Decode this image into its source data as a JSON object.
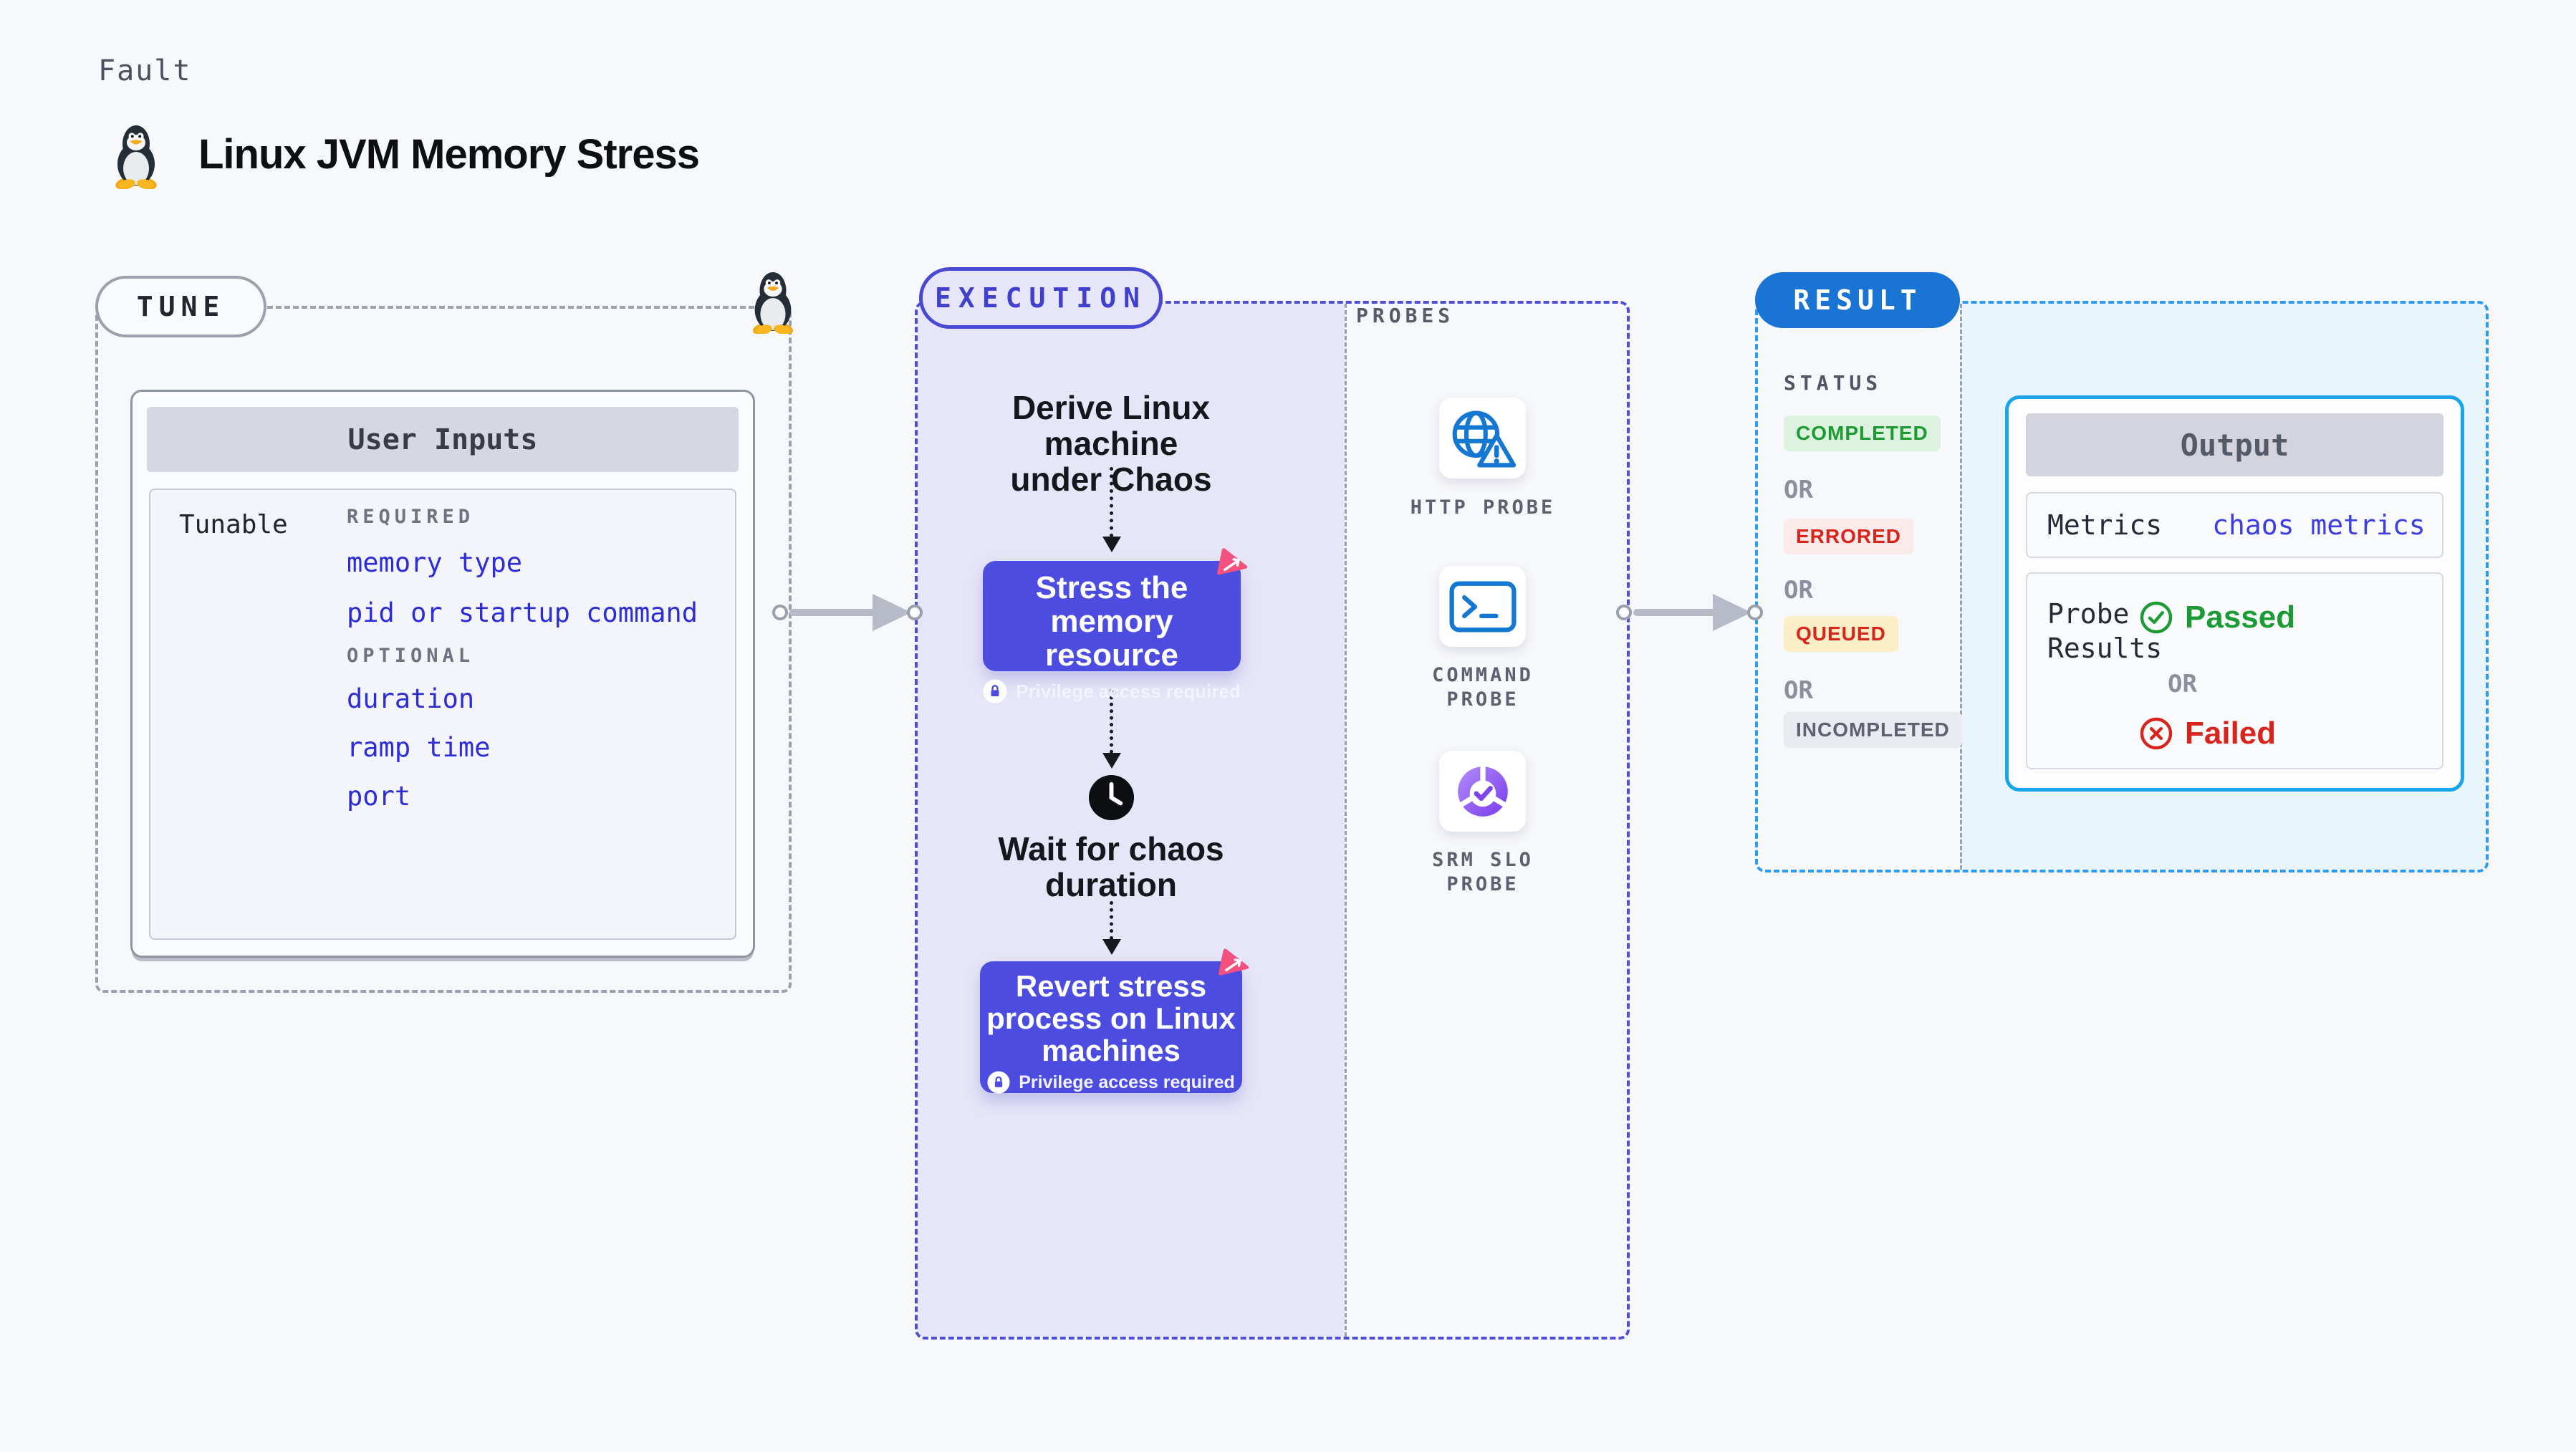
{
  "page": {
    "kicker": "Fault",
    "title": "Linux JVM Memory Stress"
  },
  "tune": {
    "pill_label": "TUNE",
    "card_title": "User Inputs",
    "row_label": "Tunable",
    "required_heading": "REQUIRED",
    "required_params": [
      "memory type",
      "pid or startup command"
    ],
    "optional_heading": "OPTIONAL",
    "optional_params": [
      "duration",
      "ramp time",
      "port"
    ]
  },
  "execution": {
    "pill_label": "EXECUTION",
    "derive_lines": [
      "Derive Linux machine",
      "under Chaos"
    ],
    "stress_lines": [
      "Stress the",
      "memory resource"
    ],
    "privilege_label": "Privilege access required",
    "wait_lines": [
      "Wait for chaos",
      "duration"
    ],
    "revert_lines": [
      "Revert stress",
      "process on Linux",
      "machines"
    ]
  },
  "probes": {
    "heading": "PROBES",
    "items": [
      {
        "icon": "globe-alert-icon",
        "label_lines": [
          "HTTP PROBE"
        ]
      },
      {
        "icon": "terminal-icon",
        "label_lines": [
          "COMMAND",
          "PROBE"
        ]
      },
      {
        "icon": "slo-pie-icon",
        "label_lines": [
          "SRM SLO",
          "PROBE"
        ]
      }
    ]
  },
  "result": {
    "pill_label": "RESULT",
    "status_heading": "STATUS",
    "or_label": "OR",
    "statuses": [
      {
        "label": "COMPLETED",
        "bg": "#def3df",
        "color": "#1d9b33"
      },
      {
        "label": "ERRORED",
        "bg": "#fbeaea",
        "color": "#d7251b"
      },
      {
        "label": "QUEUED",
        "bg": "#fcefc7",
        "color": "#d7251b"
      },
      {
        "label": "INCOMPLETED",
        "bg": "#eaeaf1",
        "color": "#5d6270"
      }
    ],
    "output": {
      "title": "Output",
      "metrics_label": "Metrics",
      "metrics_link": "chaos metrics",
      "probe_results_lines": [
        "Probe",
        "Results"
      ],
      "passed_label": "Passed",
      "failed_label": "Failed"
    }
  },
  "colors": {
    "background": "#f7f8fb",
    "lavender_fill": "#e6e6f8",
    "indigo_dash": "#4e4ed9",
    "node_button": "#4c4ce0",
    "param_link_blue": "#2d2dd8",
    "result_pill_blue": "#1a74d4",
    "result_dash_blue": "#2e9af0",
    "light_blue_fill": "#e9f5fd",
    "output_border": "#18a5ea",
    "probe_icon_blue": "#1478d2",
    "slo_purple": "#7c3aed",
    "pink_badge": "#f4517e",
    "pass_green": "#1d9b33",
    "fail_red": "#d7251b",
    "gray_dash": "#9aa0ac",
    "arrow_gray": "#b7bbc7"
  }
}
